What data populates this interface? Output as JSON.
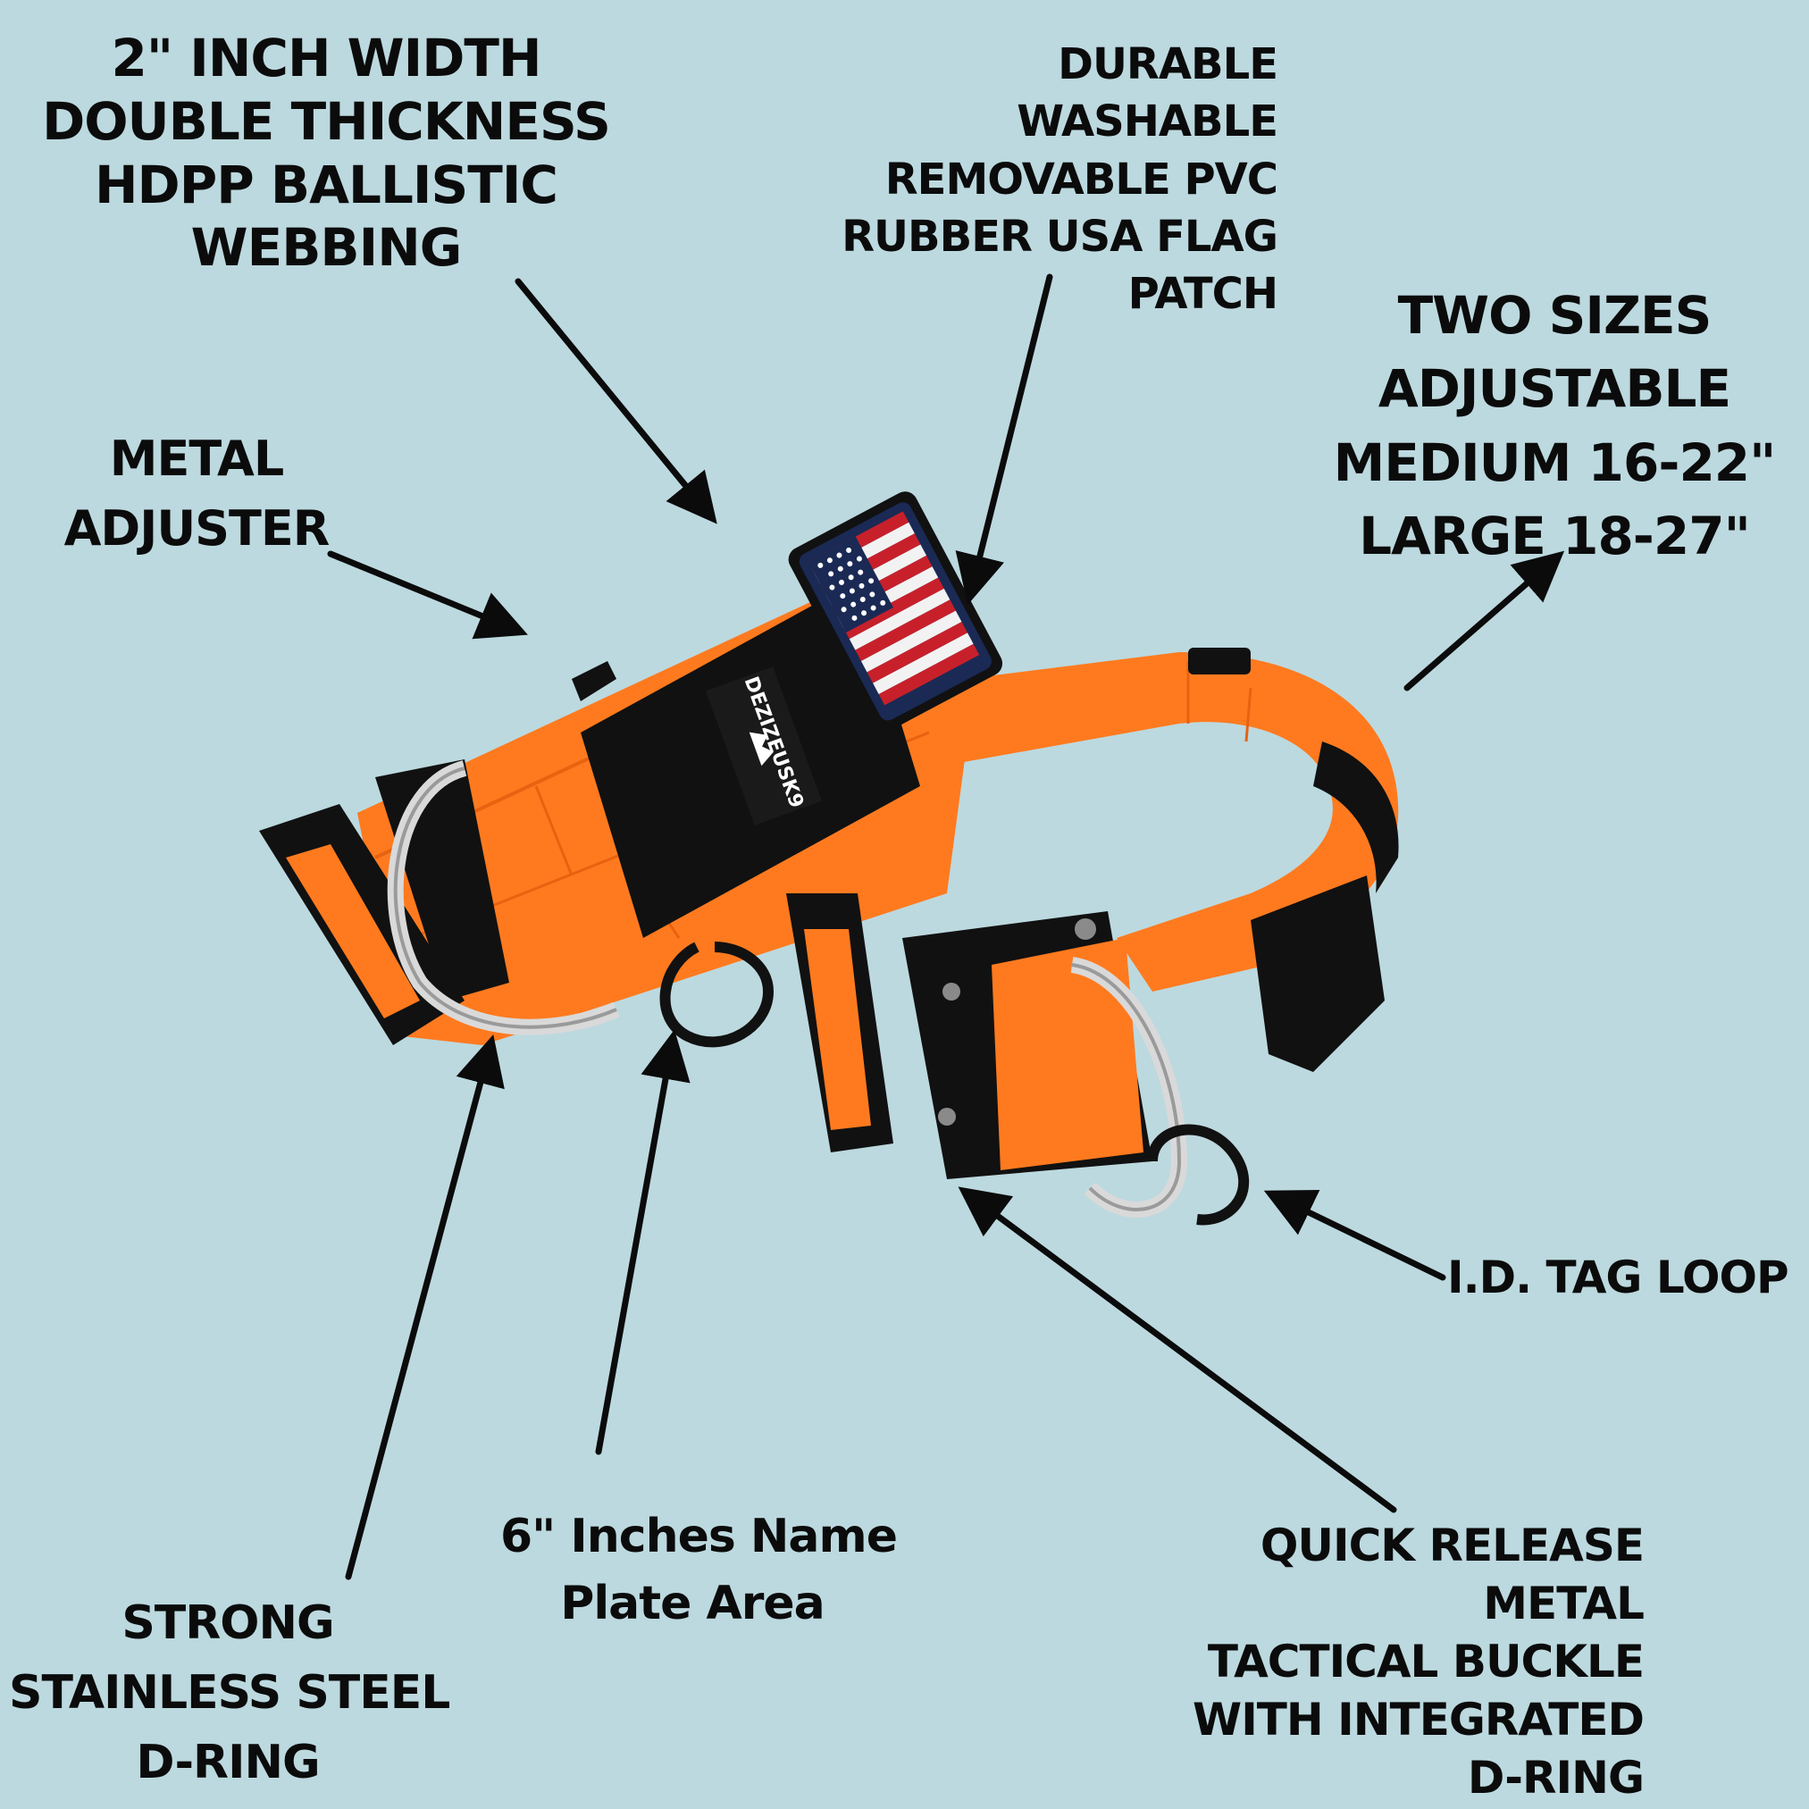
{
  "colors": {
    "background": "#bcd9df",
    "webbing": "#ff7a1f",
    "webbing_shade": "#e8620f",
    "black": "#111111",
    "steel": "#d9d9d9",
    "text": "#0b0b0b"
  },
  "callouts": {
    "webbing": [
      "2\" INCH WIDTH",
      "DOUBLE THICKNESS",
      "HDPP BALLISTIC",
      "WEBBING"
    ],
    "patch": [
      "DURABLE",
      "WASHABLE",
      "REMOVABLE PVC",
      "RUBBER USA FLAG",
      "PATCH"
    ],
    "sizes": [
      "TWO SIZES",
      "ADJUSTABLE",
      "MEDIUM 16-22\"",
      "LARGE 18-27\""
    ],
    "adjuster": [
      "METAL",
      "ADJUSTER"
    ],
    "id_tag": "I.D. TAG LOOP",
    "d_ring": [
      "STRONG",
      "STAINLESS STEEL",
      "D-RING"
    ],
    "name_plate": [
      "6\" Inches Name",
      "Plate Area"
    ],
    "buckle": [
      "QUICK RELEASE",
      "METAL",
      "TACTICAL BUCKLE",
      "WITH INTEGRATED",
      "D-RING"
    ]
  },
  "product": {
    "brand_text": "DEZIZEUSK9",
    "patch_icon": "usa-flag-icon",
    "arrow_icon": "arrow-icon"
  }
}
